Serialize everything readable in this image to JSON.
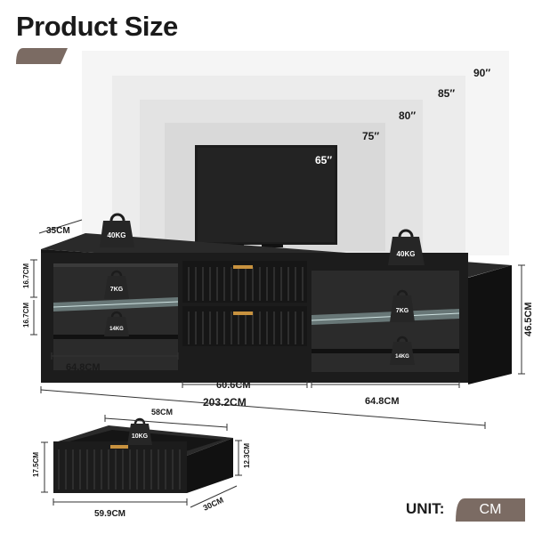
{
  "title": "Product Size",
  "screen_sizes": [
    "90″",
    "85″",
    "80″",
    "75″",
    "65″"
  ],
  "loads": {
    "top_left": "40KG",
    "top_right": "40KG",
    "shelf_left": "7KG",
    "bottom_left": "14KG",
    "shelf_right": "7KG",
    "bottom_right": "14KG",
    "drawer": "10KG"
  },
  "dimensions": {
    "depth": "35CM",
    "upper_height": "16.7CM",
    "lower_height": "16.7CM",
    "total_height": "46.5CM",
    "left_width": "64.8CM",
    "center_width": "60.6CM",
    "right_width": "64.8CM",
    "total_width": "203.2CM",
    "drawer_inner_width": "58CM",
    "drawer_height": "17.5CM",
    "drawer_inner_height": "12.3CM",
    "drawer_width": "59.9CM",
    "drawer_depth": "30CM"
  },
  "unit": {
    "label": "UNIT:",
    "value": "CM"
  },
  "colors": {
    "accent": "#7b6b63",
    "furniture": "#1c1c1c",
    "text": "#1a1a1a"
  }
}
